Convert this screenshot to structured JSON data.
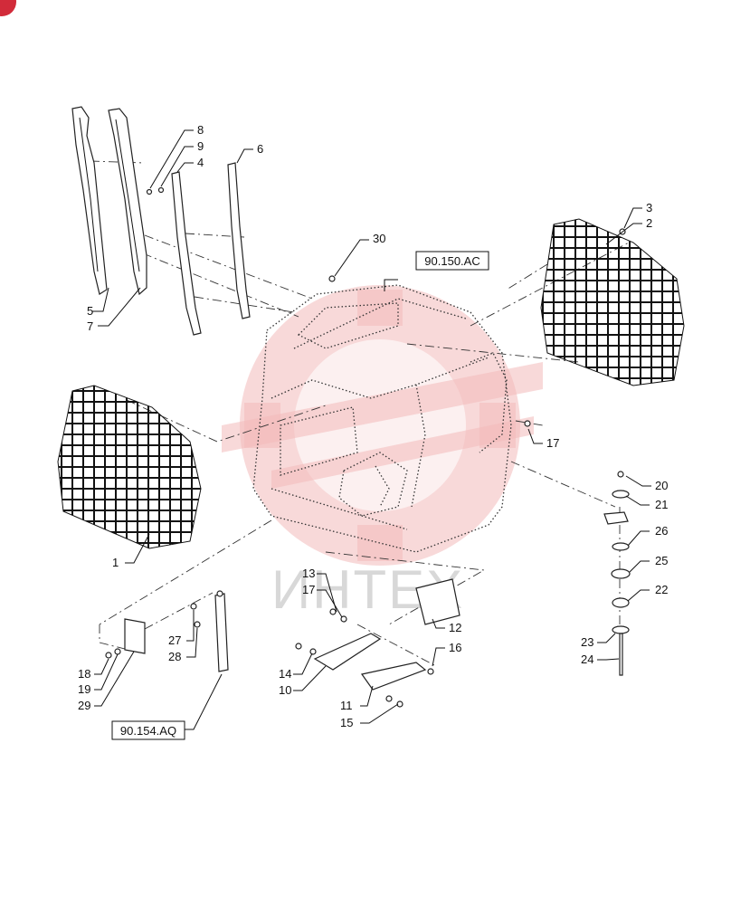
{
  "colors": {
    "watermark": "#f3b9b9",
    "corner_badge": "#d22b3a",
    "ink": "#111111"
  },
  "watermark_text": "ИНТЕХ",
  "reference_boxes": {
    "top": "90.150.AC",
    "bottom": "90.154.AQ"
  },
  "callouts": {
    "c1": "1",
    "c2": "2",
    "c3": "3",
    "c4": "4",
    "c5": "5",
    "c6": "6",
    "c7": "7",
    "c8": "8",
    "c9": "9",
    "c10": "10",
    "c11": "11",
    "c12": "12",
    "c13": "13",
    "c14": "14",
    "c15": "15",
    "c16": "16",
    "c17a": "17",
    "c17b": "17",
    "c18": "18",
    "c19": "19",
    "c20": "20",
    "c21": "21",
    "c22": "22",
    "c23": "23",
    "c24": "24",
    "c25": "25",
    "c26": "26",
    "c27": "27",
    "c28": "28",
    "c29": "29",
    "c30": "30"
  }
}
